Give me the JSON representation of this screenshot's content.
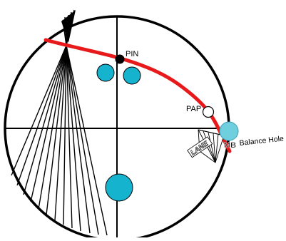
{
  "diagram": {
    "labels": {
      "pin": "PIN",
      "pap": "PAP",
      "mb": "MB",
      "balance_hole": "Balance Hole",
      "lane": "LANE"
    },
    "colors": {
      "outline": "#000000",
      "background": "#ffffff",
      "finger_holes": "#16b3cf",
      "balance_hole": "#6fcfdf",
      "drill_line": "#e8191b",
      "hole_outline": "#000000"
    },
    "elements": [
      "ball-circle",
      "vertical-axis",
      "horizontal-axis",
      "layout-fan",
      "drill-line",
      "pin-marker",
      "finger-holes",
      "thumb-hole",
      "pap-marker",
      "balance-hole",
      "lane-logo"
    ]
  }
}
